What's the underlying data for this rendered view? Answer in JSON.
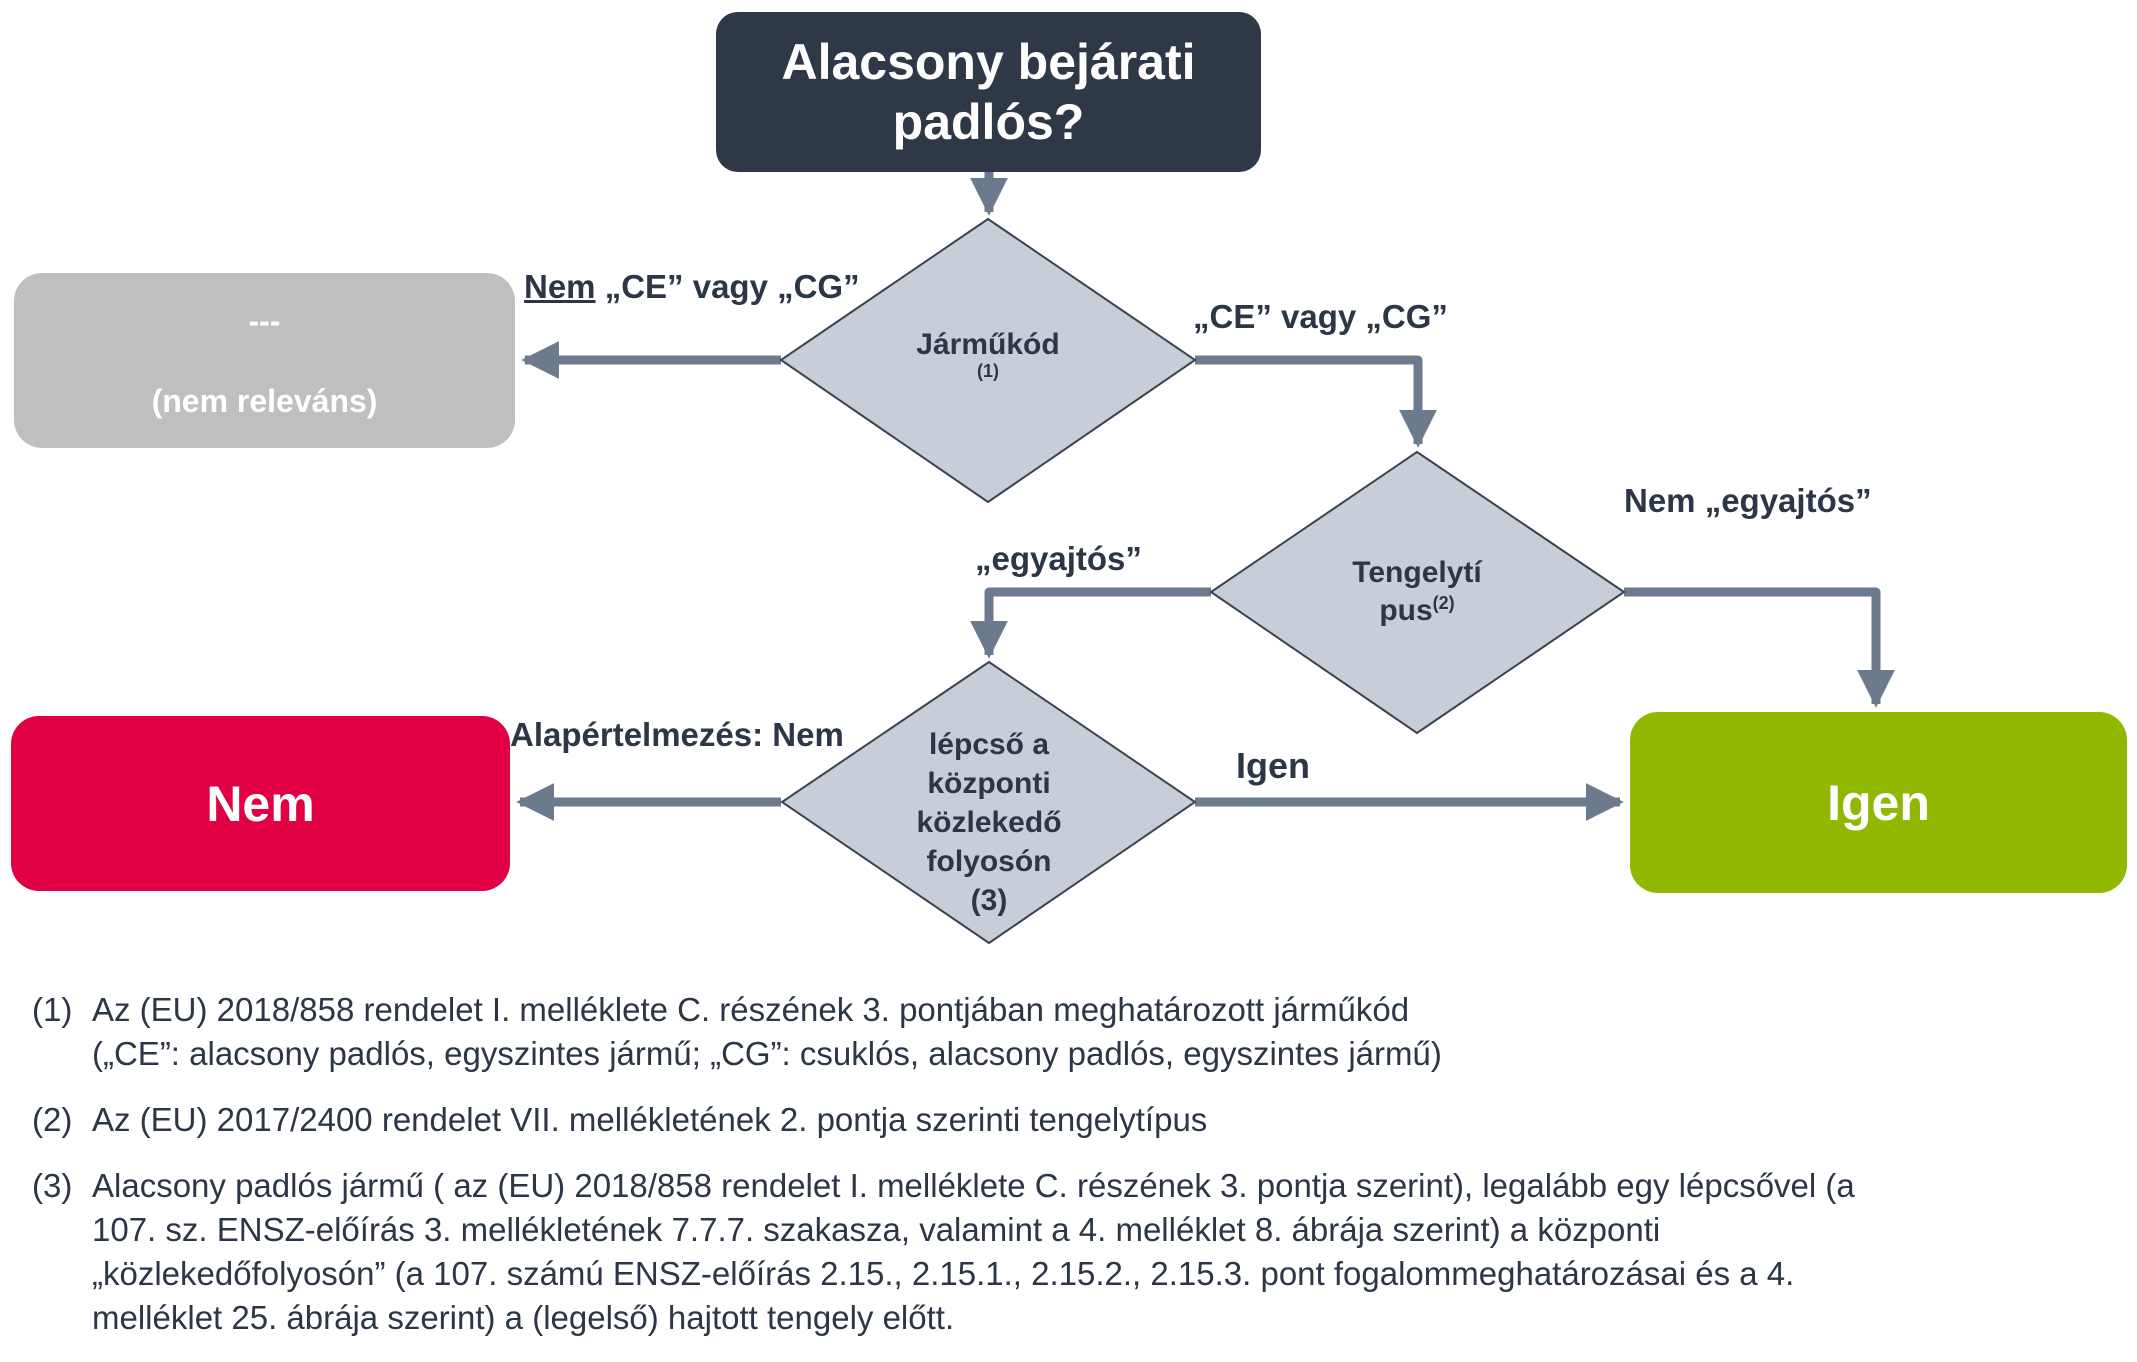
{
  "diagram": {
    "start": {
      "line1": "Alacsony bejárati",
      "line2": "padlós?"
    },
    "decisions": [
      {
        "id": "vehicle-code",
        "label": "Járműkód",
        "note": "(1)"
      },
      {
        "id": "axle-type",
        "label_line1": "Tengelytí",
        "label_line2": "pus",
        "note": "(2)"
      },
      {
        "id": "step-in-aisle",
        "lines": [
          "lépcső a",
          "központi",
          "közlekedő",
          "folyosón",
          "(3)"
        ]
      }
    ],
    "outcomes": {
      "not_relevant": {
        "line1": "---",
        "line2": "(nem releváns)"
      },
      "no": "Nem",
      "yes": "Igen"
    },
    "edges": {
      "not_ce_cg_prefix": "Nem",
      "not_ce_cg_rest": " „CE” vagy „CG”",
      "ce_cg": "„CE” vagy „CG”",
      "single_door": "„egyajtós”",
      "not_single_door": "Nem „egyajtós”",
      "default_no": "Alapértelmezés: Nem",
      "yes": "Igen"
    },
    "colors": {
      "start": "#2e3847",
      "not_relevant": "#bfbfbf",
      "no": "#e00043",
      "yes": "#90b800",
      "decision_fill": "#c8ced8",
      "connector": "#6b7a8c",
      "text": "#2c3646"
    }
  },
  "footnotes": [
    {
      "num": "(1)",
      "lines": [
        "Az (EU) 2018/858 rendelet I. melléklete C. részének 3. pontjában meghatározott járműkód",
        "(„CE”: alacsony padlós, egyszintes jármű; „CG”: csuklós, alacsony padlós, egyszintes jármű)"
      ]
    },
    {
      "num": "(2)",
      "lines": [
        "Az (EU) 2017/2400 rendelet VII. mellékletének 2. pontja szerinti tengelytípus"
      ]
    },
    {
      "num": "(3)",
      "lines": [
        "Alacsony padlós jármű ( az (EU) 2018/858 rendelet I. melléklete C. részének 3. pontja szerint), legalább egy lépcsővel (a",
        "107. sz. ENSZ-előírás 3. mellékletének 7.7.7. szakasza, valamint a 4. melléklet 8. ábrája szerint) a központi",
        "„közlekedőfolyosón” (a 107. számú ENSZ-előírás 2.15., 2.15.1., 2.15.2., 2.15.3. pont fogalommeghatározásai és a 4.",
        "melléklet 25. ábrája szerint) a (legelső) hajtott tengely előtt."
      ]
    }
  ]
}
